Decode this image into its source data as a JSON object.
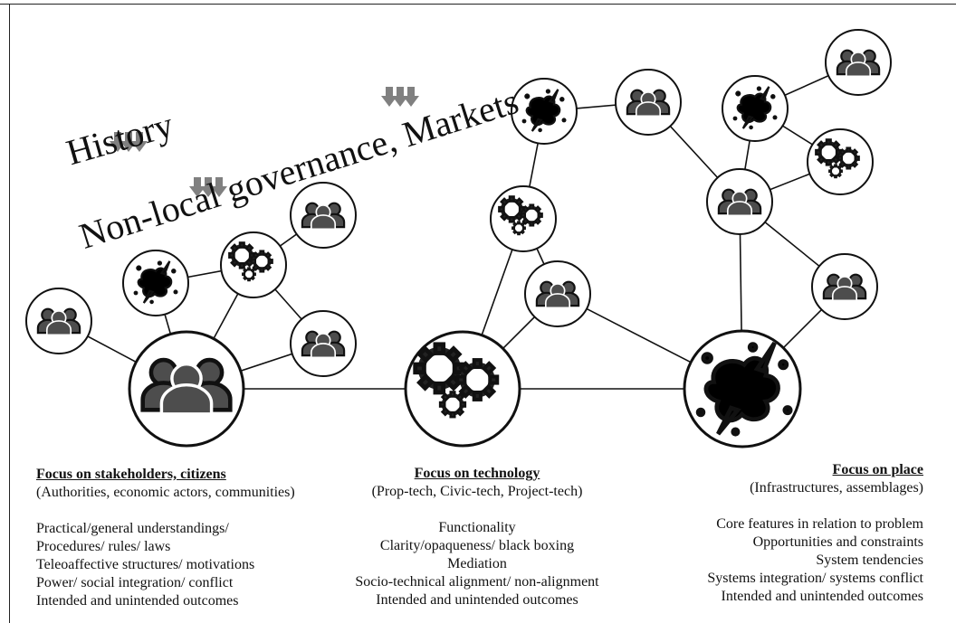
{
  "diagram": {
    "title_words": {
      "history": "History",
      "forces": "Non-local governance, Markets"
    },
    "node_icons": [
      "people-icon",
      "gears-icon",
      "ink-splat-icon"
    ],
    "colors": {
      "icon": "#4d4d4d",
      "ink": "#000000",
      "stroke": "#111111",
      "arrow": "#808080"
    }
  },
  "columns": {
    "stakeholders": {
      "heading": "Focus on stakeholders, citizens",
      "subtitle": "(Authorities, economic actors, communities)",
      "items": [
        "Practical/general understandings/",
        "Procedures/ rules/ laws",
        "Teleoaffective structures/ motivations",
        "Power/ social integration/ conflict",
        "Intended and unintended outcomes"
      ]
    },
    "technology": {
      "heading": "Focus on technology",
      "subtitle": "(Prop-tech, Civic-tech, Project-tech)",
      "items": [
        "Functionality",
        "Clarity/opaqueness/ black boxing",
        "Mediation",
        "Socio-technical alignment/ non-alignment",
        "Intended and unintended outcomes"
      ]
    },
    "place": {
      "heading": "Focus on place",
      "subtitle": "(Infrastructures, assemblages)",
      "items": [
        "Core features in relation to problem",
        "Opportunities and constraints",
        "System tendencies",
        "Systems integration/ systems conflict",
        "Intended and unintended outcomes"
      ]
    }
  }
}
